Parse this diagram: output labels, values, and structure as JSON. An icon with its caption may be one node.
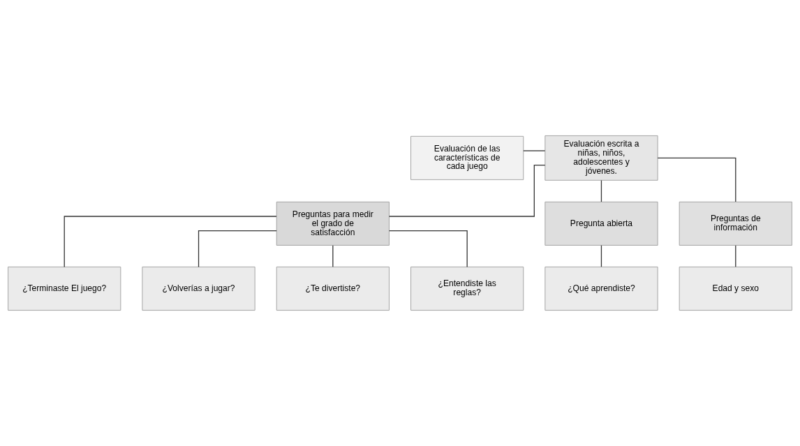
{
  "diagram": {
    "nodes": [
      {
        "text": [
          "Evaluación de las características de cada juego"
        ]
      },
      {
        "text": [
          "Evaluación escrita a niñas, niños, adolescentes y jóvenes."
        ]
      },
      {
        "text": [
          "Preguntas para medir el grado de satisfacción"
        ]
      },
      {
        "text": [
          "Pregunta abierta"
        ]
      },
      {
        "text": [
          "Preguntas de información"
        ]
      },
      {
        "text": [
          "¿Terminaste El juego?"
        ]
      },
      {
        "text": [
          "¿Volverías a jugar?"
        ]
      },
      {
        "text": [
          "¿Te divertiste?"
        ]
      },
      {
        "text": [
          "¿Entendiste las reglas?"
        ]
      },
      {
        "text": [
          "¿Qué aprendiste?"
        ]
      },
      {
        "text": [
          "Edad y sexo"
        ]
      }
    ],
    "edges": [
      {
        "from": 0,
        "to": 1,
        "arrow": "none"
      },
      {
        "from": 1,
        "to": 2,
        "arrow": "none"
      },
      {
        "from": 1,
        "to": 3,
        "arrow": "none"
      },
      {
        "from": 1,
        "to": 4,
        "arrow": "none"
      },
      {
        "from": 2,
        "to": 5,
        "arrow": "none"
      },
      {
        "from": 2,
        "to": 6,
        "arrow": "none"
      },
      {
        "from": 2,
        "to": 7,
        "arrow": "none"
      },
      {
        "from": 2,
        "to": 8,
        "arrow": "none"
      },
      {
        "from": 3,
        "to": 9,
        "arrow": "none"
      },
      {
        "from": 4,
        "to": 10,
        "arrow": "none"
      }
    ]
  }
}
